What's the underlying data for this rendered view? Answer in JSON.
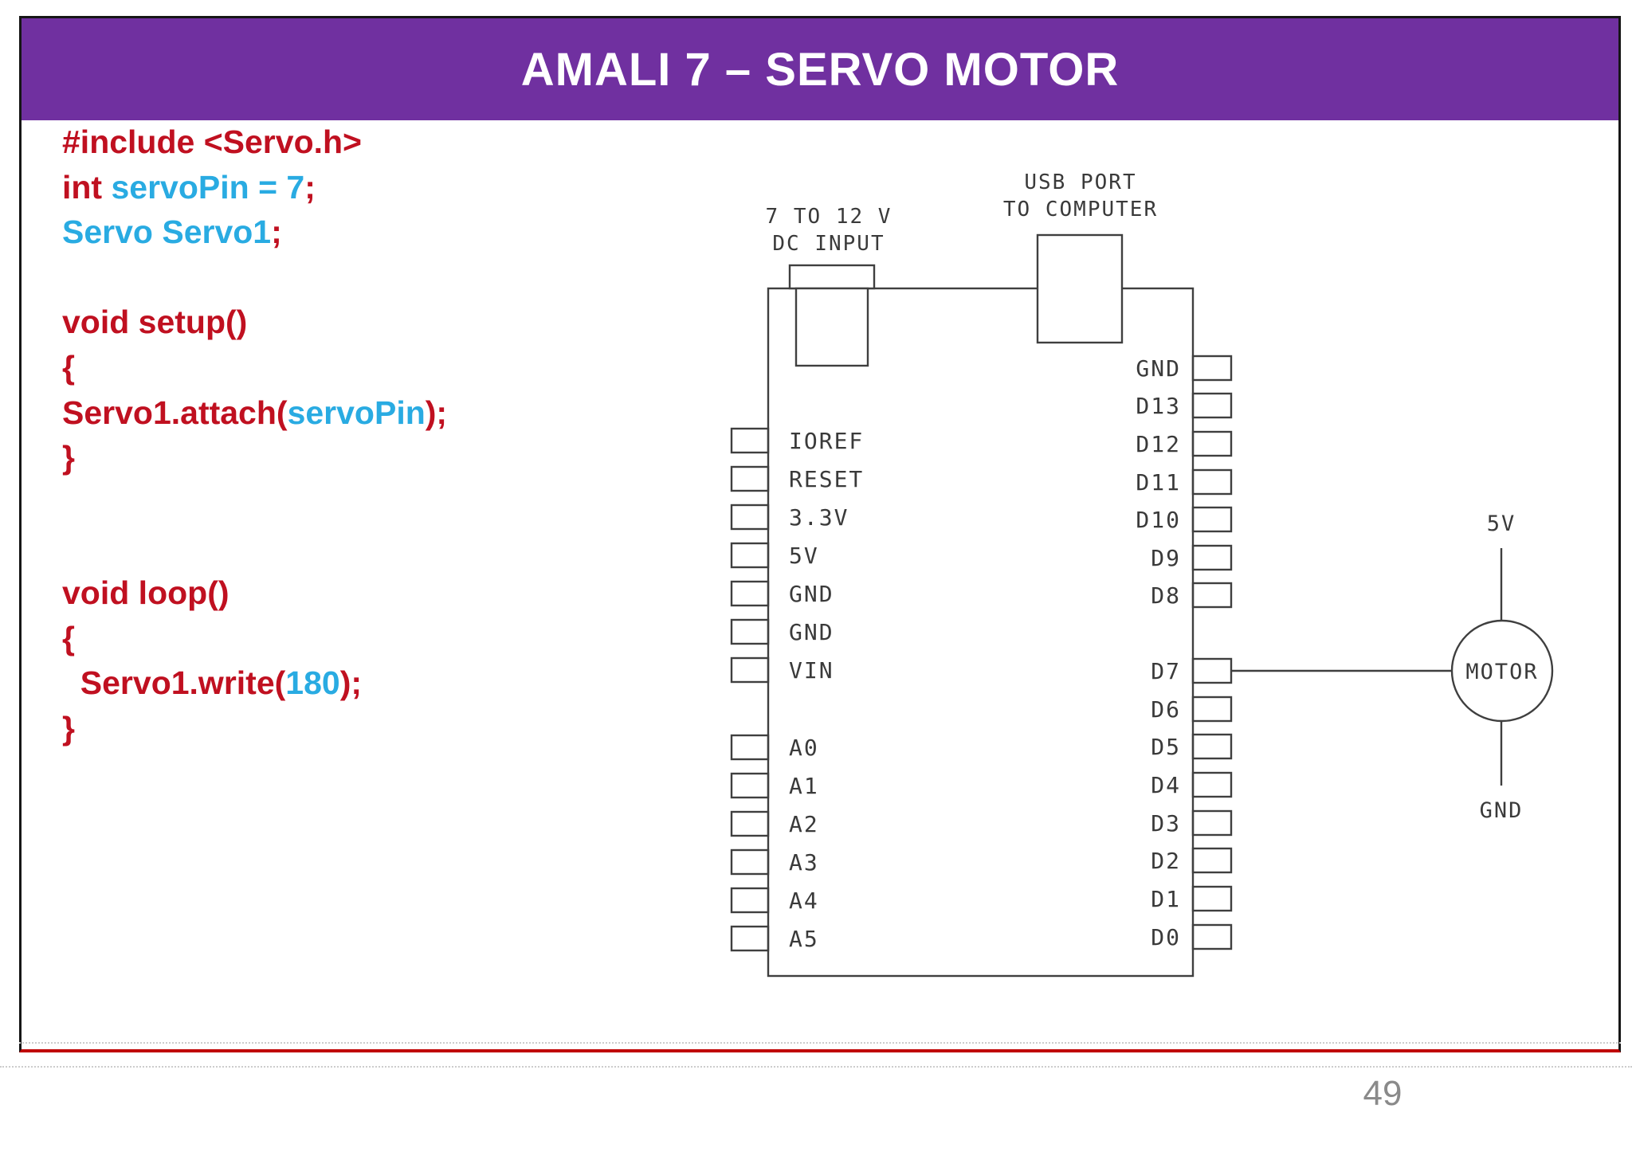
{
  "slide": {
    "title": "AMALI 7 – SERVO MOTOR",
    "page_number": "49"
  },
  "colors": {
    "header_purple": "#7030a0",
    "code_red": "#c01020",
    "code_blue": "#29abe2",
    "bottom_line_red": "#c00000",
    "diagram_stroke": "#3f3f3f"
  },
  "code": {
    "lines": [
      [
        {
          "t": "#include <Servo.h>",
          "c": "r"
        }
      ],
      [
        {
          "t": "int ",
          "c": "r"
        },
        {
          "t": "servoPin = 7",
          "c": "b"
        },
        {
          "t": ";",
          "c": "r"
        }
      ],
      [
        {
          "t": "Servo Servo1",
          "c": "b"
        },
        {
          "t": ";",
          "c": "r"
        }
      ],
      [],
      [
        {
          "t": "void setup()",
          "c": "r"
        }
      ],
      [
        {
          "t": "{",
          "c": "r"
        }
      ],
      [
        {
          "t": "Servo1.attach(",
          "c": "r"
        },
        {
          "t": "servoPin",
          "c": "b"
        },
        {
          "t": ");",
          "c": "r"
        }
      ],
      [
        {
          "t": "}",
          "c": "r"
        }
      ],
      [],
      [],
      [
        {
          "t": "void loop()",
          "c": "r"
        }
      ],
      [
        {
          "t": "{",
          "c": "r"
        }
      ],
      [
        {
          "t": "  Servo1.write(",
          "c": "r"
        },
        {
          "t": "180",
          "c": "b"
        },
        {
          "t": ");",
          "c": "r"
        }
      ],
      [
        {
          "t": "}",
          "c": "r"
        }
      ]
    ]
  },
  "diagram": {
    "power_label_line1": "7 TO 12 V",
    "power_label_line2": "DC INPUT",
    "usb_label_line1": "USB PORT",
    "usb_label_line2": "TO COMPUTER",
    "left_pins": [
      "IOREF",
      "RESET",
      "3.3V",
      "5V",
      "GND",
      "GND",
      "VIN"
    ],
    "analog_pins": [
      "A0",
      "A1",
      "A2",
      "A3",
      "A4",
      "A5"
    ],
    "right_pins": [
      "GND",
      "D13",
      "D12",
      "D11",
      "D10",
      "D9",
      "D8"
    ],
    "right_pins_lower": [
      "D7",
      "D6",
      "D5",
      "D4",
      "D3",
      "D2",
      "D1",
      "D0"
    ],
    "motor_label": "MOTOR",
    "motor_top_label": "5V",
    "motor_bottom_label": "GND"
  }
}
